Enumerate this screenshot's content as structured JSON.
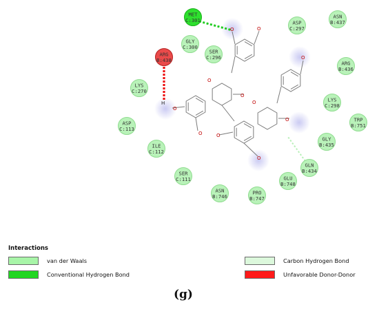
{
  "residues": [
    {
      "id": "met301",
      "line1": "MET",
      "line2": "C:301",
      "kind": "hbond"
    },
    {
      "id": "gly300",
      "line1": "GLY",
      "line2": "C:300",
      "kind": "vdw"
    },
    {
      "id": "ser296",
      "line1": "SER",
      "line2": "C:296",
      "kind": "vdw"
    },
    {
      "id": "asp297",
      "line1": "ASP",
      "line2": "C:297",
      "kind": "vdw"
    },
    {
      "id": "asn437",
      "line1": "ASN",
      "line2": "B:437",
      "kind": "vdw"
    },
    {
      "id": "arg438",
      "line1": "ARG",
      "line2": "B:438",
      "kind": "unfav"
    },
    {
      "id": "arg436",
      "line1": "ARG",
      "line2": "B:436",
      "kind": "vdw"
    },
    {
      "id": "lys270",
      "line1": "LYS",
      "line2": "C:270",
      "kind": "vdw"
    },
    {
      "id": "lys298",
      "line1": "LYS",
      "line2": "C:298",
      "kind": "vdw"
    },
    {
      "id": "trp751",
      "line1": "TRP",
      "line2": "B:751",
      "kind": "vdw"
    },
    {
      "id": "asp113",
      "line1": "ASP",
      "line2": "C:113",
      "kind": "vdw"
    },
    {
      "id": "gly435",
      "line1": "GLY",
      "line2": "B:435",
      "kind": "vdw"
    },
    {
      "id": "ile112",
      "line1": "ILE",
      "line2": "C:112",
      "kind": "vdw"
    },
    {
      "id": "gln434",
      "line1": "GLN",
      "line2": "B:434",
      "kind": "vdw"
    },
    {
      "id": "ser111",
      "line1": "SER",
      "line2": "C:111",
      "kind": "vdw"
    },
    {
      "id": "glu748",
      "line1": "GLU",
      "line2": "B:748",
      "kind": "vdw"
    },
    {
      "id": "asn746",
      "line1": "ASN",
      "line2": "B:746",
      "kind": "vdw"
    },
    {
      "id": "pro747",
      "line1": "PRO",
      "line2": "B:747",
      "kind": "vdw"
    }
  ],
  "atoms": {
    "oxygen": "O",
    "hydrogen": "H"
  },
  "legend": {
    "title": "Interactions",
    "items": [
      {
        "id": "vdw",
        "label": "van der Waals",
        "color": "#a8f5a8"
      },
      {
        "id": "hbond",
        "label": "Conventional Hydrogen Bond",
        "color": "#22d622"
      },
      {
        "id": "chbond",
        "label": "Carbon Hydrogen Bond",
        "color": "#dcf8dc"
      },
      {
        "id": "unfav",
        "label": "Unfavorable Donor-Donor",
        "color": "#ff1a1a"
      }
    ]
  },
  "colors": {
    "vdw_fill": "#b9f2b9",
    "vdw_stroke": "#8fdc8f",
    "hbond_fill": "#2ee02e",
    "hbond_stroke": "#17b017",
    "unfav_fill": "#ea4a4a",
    "unfav_stroke": "#b42020",
    "hbond_line": "#22cc22",
    "unfav_line": "#ee1111",
    "chbond_line": "#b8f0b8",
    "halo": "#c8c8f2",
    "oxygen": "#c00000"
  },
  "caption": "(g)"
}
